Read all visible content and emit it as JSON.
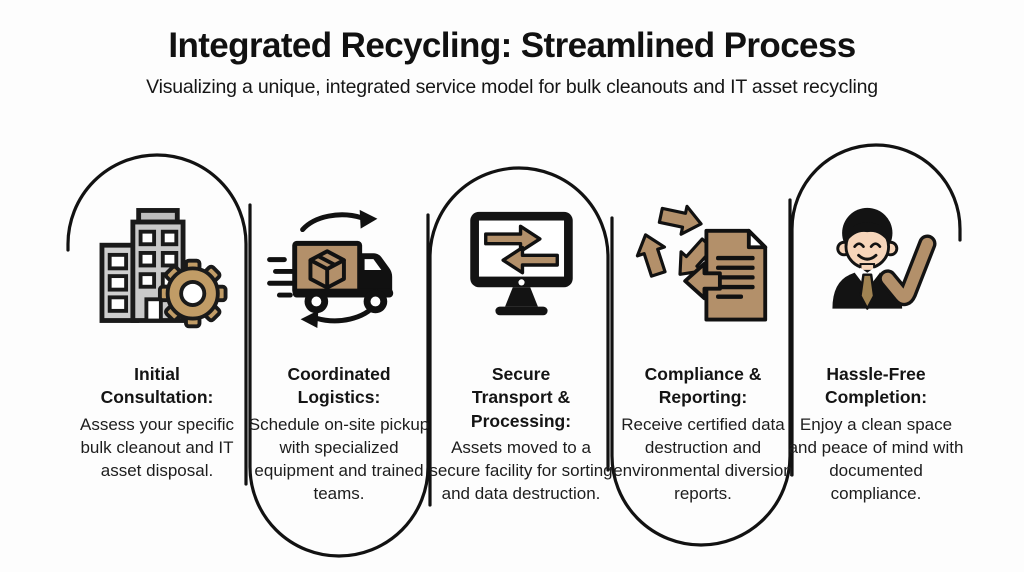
{
  "header": {
    "title": "Integrated Recycling: Streamlined Process",
    "subtitle": "Visualizing a unique, integrated service model for bulk cleanouts and IT asset recycling"
  },
  "colors": {
    "accent_tan": "#b3906a",
    "gear_gold": "#c19c66",
    "outline_black": "#121212",
    "building_gray": "#cccccc",
    "skin_tone": "#f6d5ba",
    "background": "#fdfdfd"
  },
  "steps": [
    {
      "icon": "building-gear-icon",
      "shape": "arch-top",
      "heading": "Initial Consultation:",
      "body": "Assess your specific bulk cleanout and IT asset disposal."
    },
    {
      "icon": "delivery-truck-icon",
      "shape": "arch-bottom",
      "heading": "Coordinated Logistics:",
      "body": "Schedule on-site pickup with specialized equipment and trained teams."
    },
    {
      "icon": "monitor-transfer-icon",
      "shape": "arch-top",
      "heading": "Secure Transport & Processing:",
      "body": "Assets moved to a secure facility for sorting and data destruction."
    },
    {
      "icon": "recycle-report-icon",
      "shape": "arch-bottom",
      "heading": "Compliance & Reporting:",
      "body": "Receive certified data destruction and environmental diversion reports."
    },
    {
      "icon": "person-check-icon",
      "shape": "arch-top",
      "heading": "Hassle-Free Completion:",
      "body": "Enjoy a clean space and peace of mind with documented compliance."
    }
  ]
}
